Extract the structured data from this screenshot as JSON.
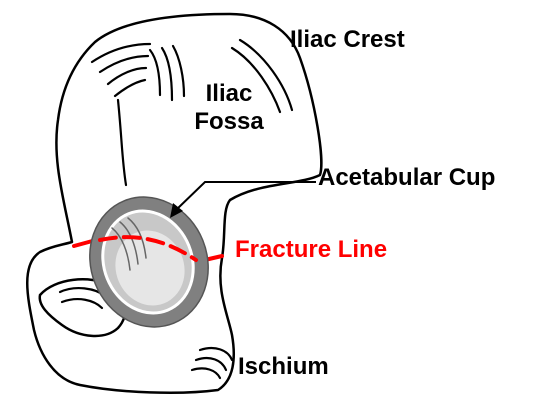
{
  "labels": {
    "iliac_crest": "Iliac Crest",
    "iliac_fossa_line1": "Iliac",
    "iliac_fossa_line2": "Fossa",
    "acetabular_cup": "Acetabular Cup",
    "fracture_line": "Fracture Line",
    "ischium": "Ischium"
  },
  "colors": {
    "outline": "#000000",
    "fracture": "#ff0000",
    "cup_rim": "#808080",
    "cup_face": "#c8c8c8",
    "cup_inner": "#e6e6e6"
  }
}
